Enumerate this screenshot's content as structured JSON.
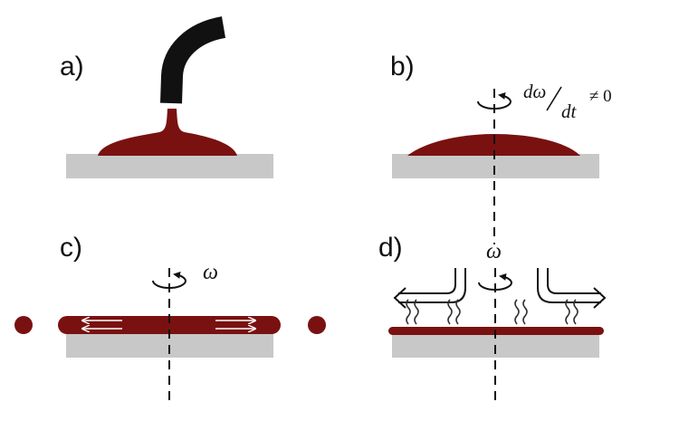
{
  "panels": {
    "a": {
      "label": "a)"
    },
    "b": {
      "label": "b)",
      "rate_num": "dω",
      "rate_den": "dt",
      "rate_rel": "≠ 0"
    },
    "c": {
      "label": "c)",
      "omega": "ω"
    },
    "d": {
      "label": "d)",
      "omega": "ω"
    }
  },
  "colors": {
    "fluid": "#7a1111",
    "substrate": "#c8c8c8",
    "nozzle": "#111111",
    "ink": "#111111"
  }
}
